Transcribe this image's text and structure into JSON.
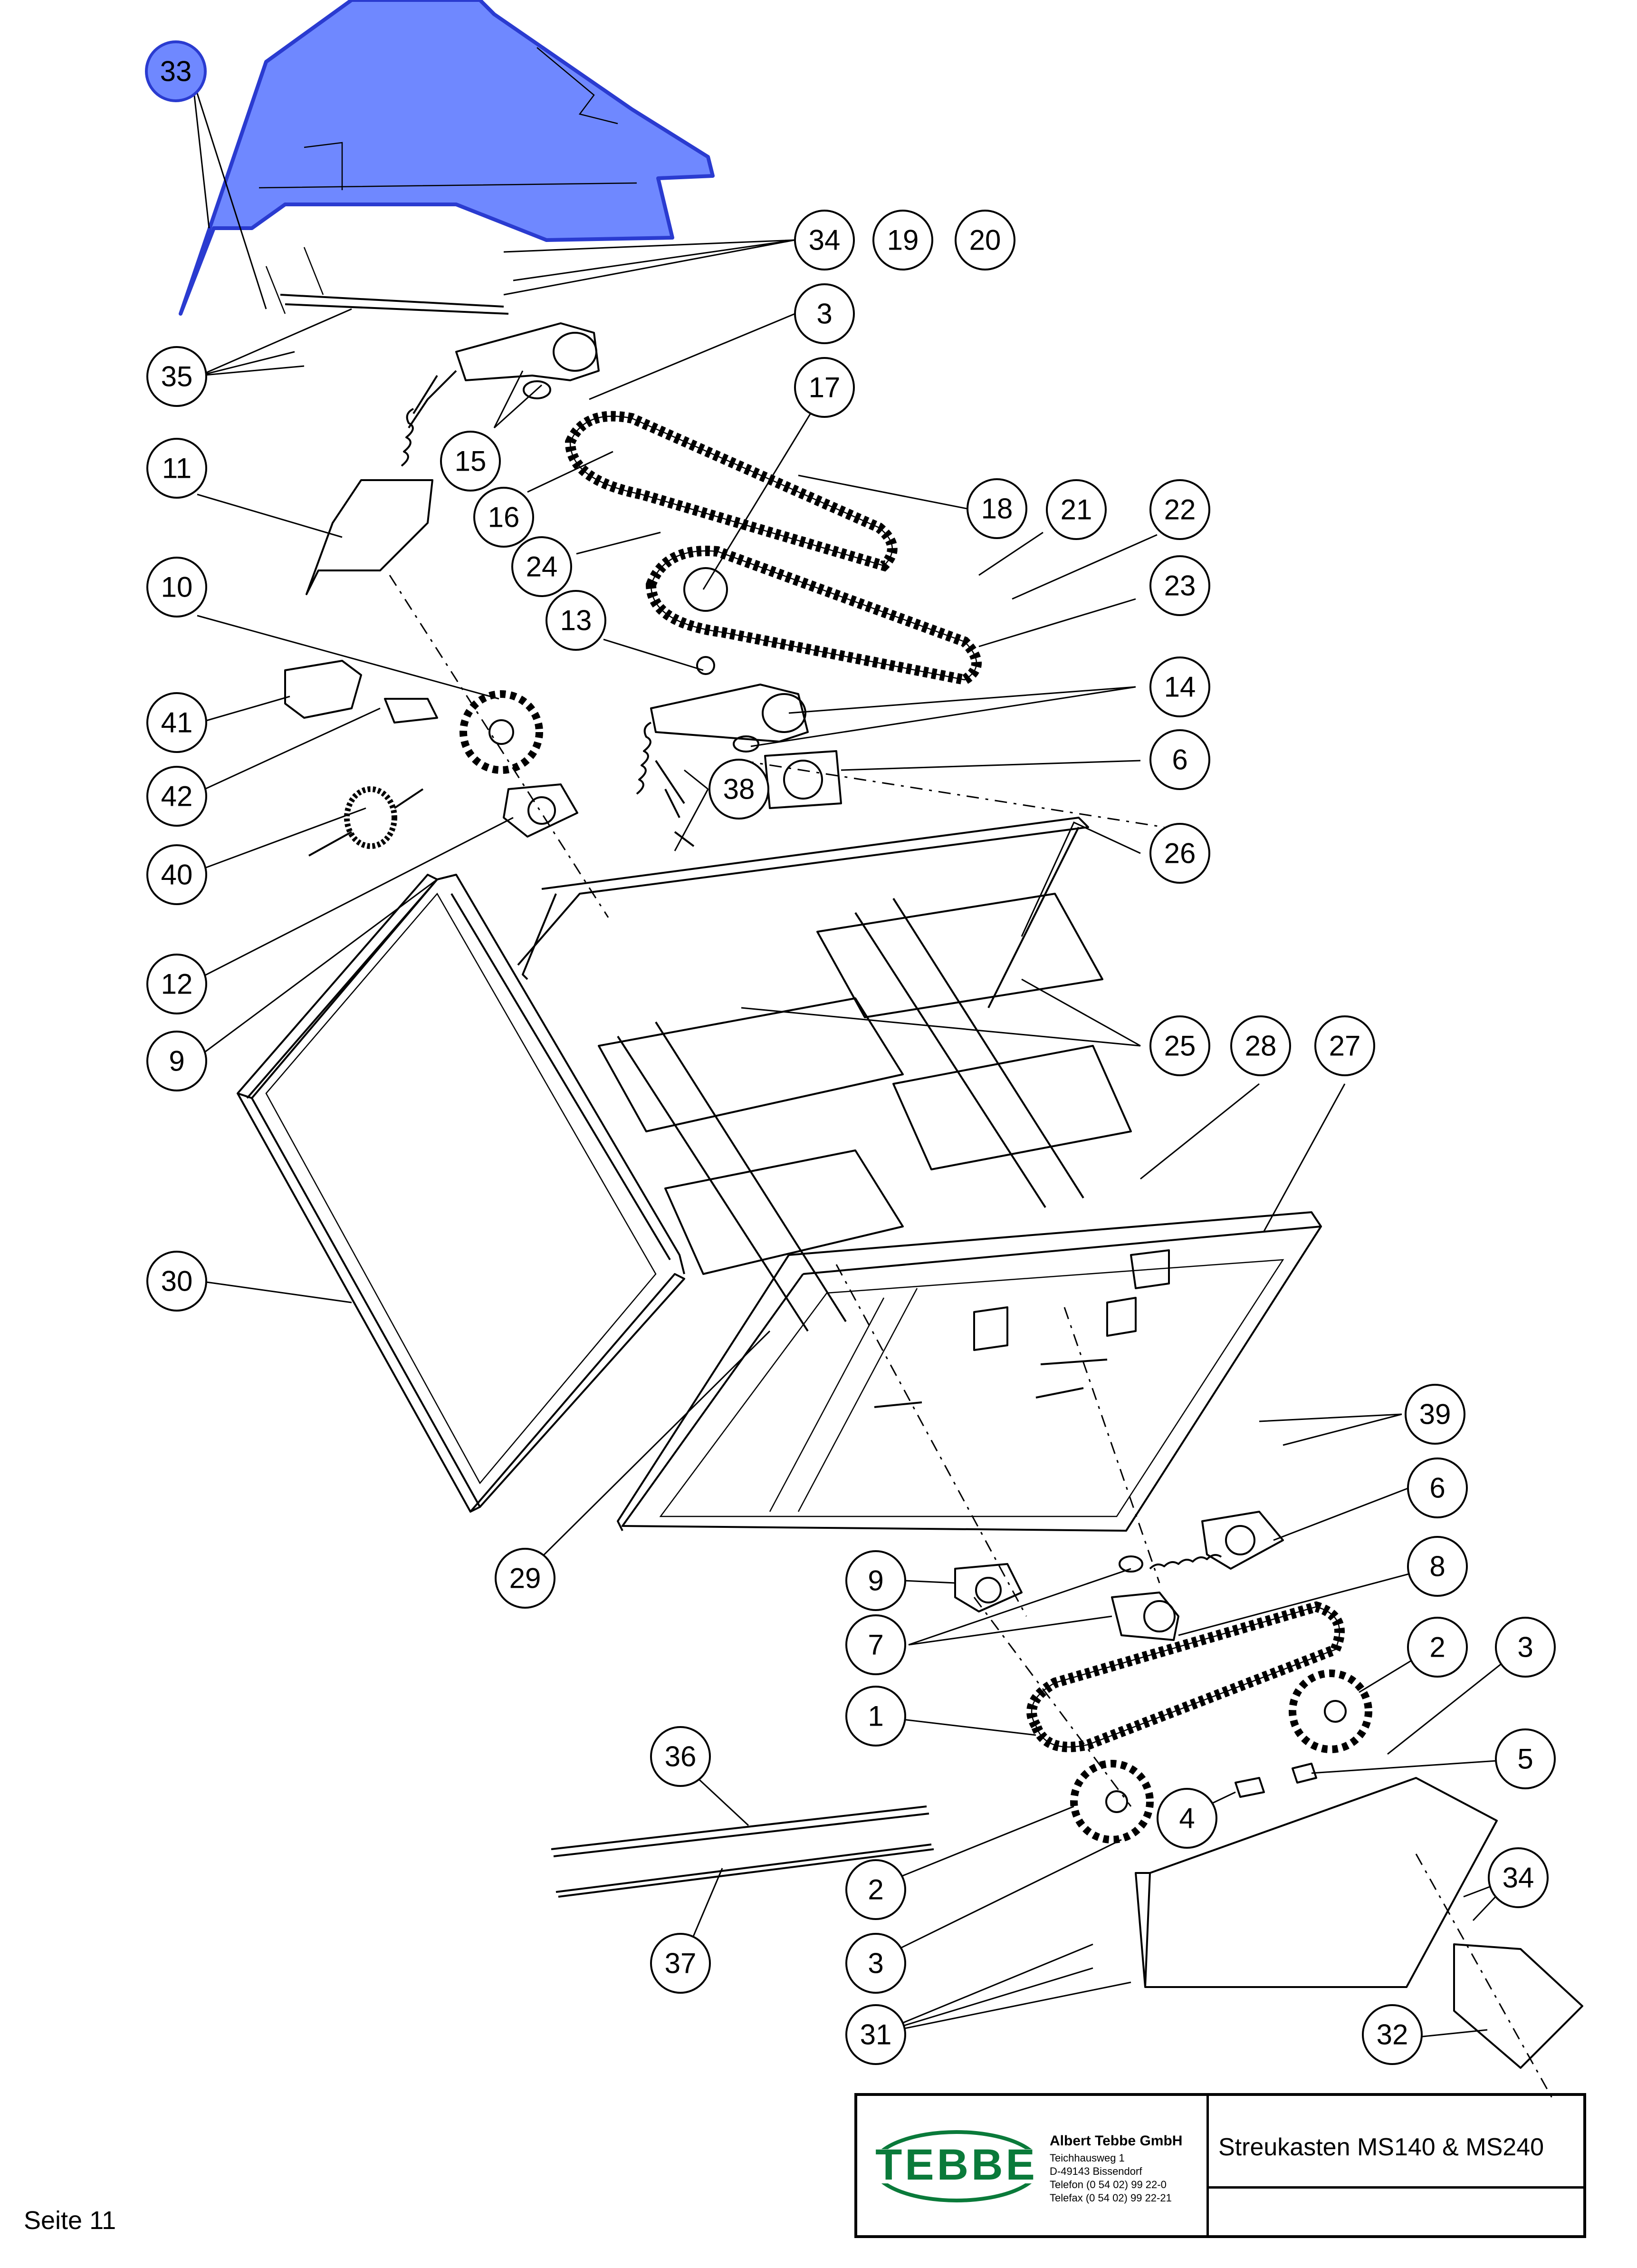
{
  "callouts": [
    {
      "label": "33",
      "highlighted": true
    },
    {
      "label": "34"
    },
    {
      "label": "19"
    },
    {
      "label": "20"
    },
    {
      "label": "3"
    },
    {
      "label": "35"
    },
    {
      "label": "17"
    },
    {
      "label": "15"
    },
    {
      "label": "11"
    },
    {
      "label": "16"
    },
    {
      "label": "18"
    },
    {
      "label": "21"
    },
    {
      "label": "22"
    },
    {
      "label": "24"
    },
    {
      "label": "23"
    },
    {
      "label": "10"
    },
    {
      "label": "13"
    },
    {
      "label": "14"
    },
    {
      "label": "41"
    },
    {
      "label": "6"
    },
    {
      "label": "42"
    },
    {
      "label": "38"
    },
    {
      "label": "40"
    },
    {
      "label": "26"
    },
    {
      "label": "12"
    },
    {
      "label": "25"
    },
    {
      "label": "28"
    },
    {
      "label": "27"
    },
    {
      "label": "9"
    },
    {
      "label": "30"
    },
    {
      "label": "39"
    },
    {
      "label": "6"
    },
    {
      "label": "29"
    },
    {
      "label": "9"
    },
    {
      "label": "8"
    },
    {
      "label": "7"
    },
    {
      "label": "2"
    },
    {
      "label": "3"
    },
    {
      "label": "1"
    },
    {
      "label": "5"
    },
    {
      "label": "36"
    },
    {
      "label": "4"
    },
    {
      "label": "2"
    },
    {
      "label": "34"
    },
    {
      "label": "37"
    },
    {
      "label": "3"
    },
    {
      "label": "31"
    },
    {
      "label": "32"
    }
  ],
  "highlight_color": "#6f88ff",
  "logo_color": "#0a7a3a",
  "title_block": {
    "logo_text": "TEBBE",
    "company": "Albert Tebbe GmbH",
    "address_lines": [
      "Teichhausweg 1",
      "D-49143 Bissendorf",
      "Telefon (0 54 02) 99 22-0",
      "Telefax (0 54 02) 99 22-21"
    ],
    "drawing_title": "Streukasten MS140 & MS240"
  },
  "page_label": "Seite 11"
}
